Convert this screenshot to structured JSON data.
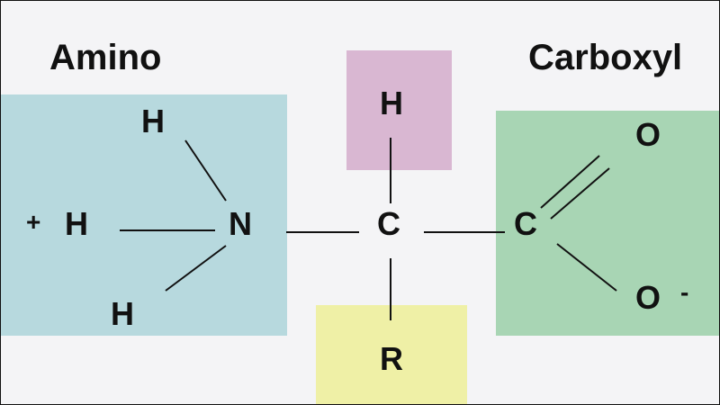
{
  "groups": {
    "amino_label": "Amino",
    "carboxyl_label": "Carboxyl"
  },
  "atoms": {
    "amino_h_top": "H",
    "amino_h_left": "H",
    "amino_h_bottom": "H",
    "amino_plus": "+",
    "nitrogen": "N",
    "alpha_carbon": "C",
    "alpha_hydrogen": "H",
    "side_chain": "R",
    "carboxyl_carbon": "C",
    "carbonyl_oxygen": "O",
    "hydroxyl_oxygen": "O",
    "minus_charge": "-"
  },
  "colors": {
    "amino_region": "#b7d9de",
    "hydrogen_region": "#d9b7d2",
    "side_chain_region": "#eff0a6",
    "carboxyl_region": "#a8d5b4"
  }
}
